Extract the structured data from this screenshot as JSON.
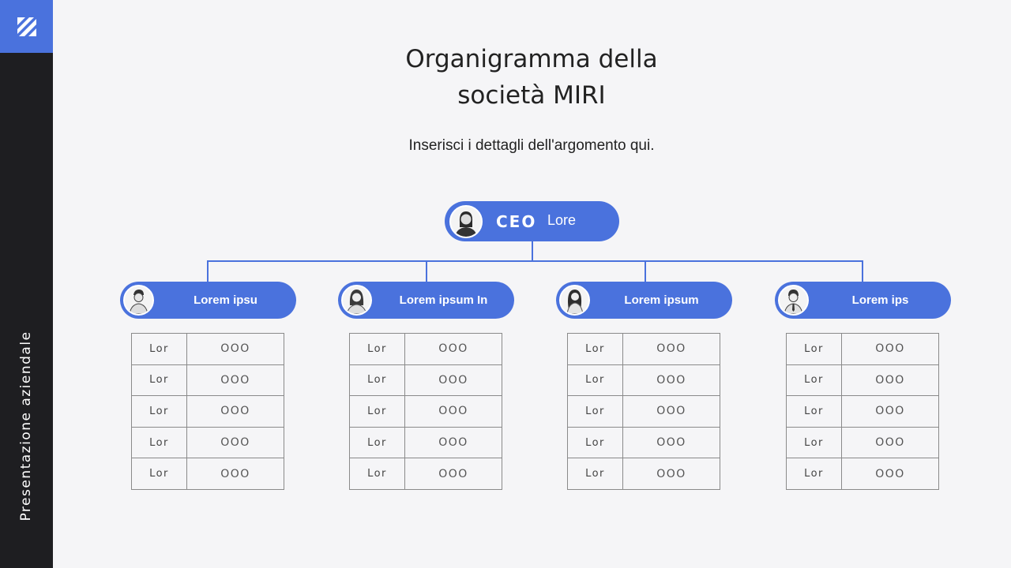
{
  "sidebar": {
    "label": "Presentazione aziendale",
    "accent": "#4a72dd",
    "logo_icon": "striped-logo-icon"
  },
  "header": {
    "title": "Organigramma della società MIRI",
    "subtitle": "Inserisci i dettagli dell'argomento qui."
  },
  "ceo": {
    "role": "CEO",
    "name": "Lore"
  },
  "departments": [
    {
      "name": "Lorem ipsu",
      "rows": [
        [
          "Lor",
          "OOO"
        ],
        [
          "Lor",
          "OOO"
        ],
        [
          "Lor",
          "OOO"
        ],
        [
          "Lor",
          "OOO"
        ],
        [
          "Lor",
          "OOO"
        ]
      ]
    },
    {
      "name": "Lorem ipsum In",
      "rows": [
        [
          "Lor",
          "OOO"
        ],
        [
          "Lor",
          "OOO"
        ],
        [
          "Lor",
          "OOO"
        ],
        [
          "Lor",
          "OOO"
        ],
        [
          "Lor",
          "OOO"
        ]
      ]
    },
    {
      "name": "Lorem ipsum",
      "rows": [
        [
          "Lor",
          "OOO"
        ],
        [
          "Lor",
          "OOO"
        ],
        [
          "Lor",
          "OOO"
        ],
        [
          "Lor",
          "OOO"
        ],
        [
          "Lor",
          "OOO"
        ]
      ]
    },
    {
      "name": "Lorem ips",
      "rows": [
        [
          "Lor",
          "OOO"
        ],
        [
          "Lor",
          "OOO"
        ],
        [
          "Lor",
          "OOO"
        ],
        [
          "Lor",
          "OOO"
        ],
        [
          "Lor",
          "OOO"
        ]
      ]
    }
  ],
  "colors": {
    "accent": "#4a72dd",
    "sidebar_bg": "#1e1e21",
    "background": "#f5f5f7"
  }
}
